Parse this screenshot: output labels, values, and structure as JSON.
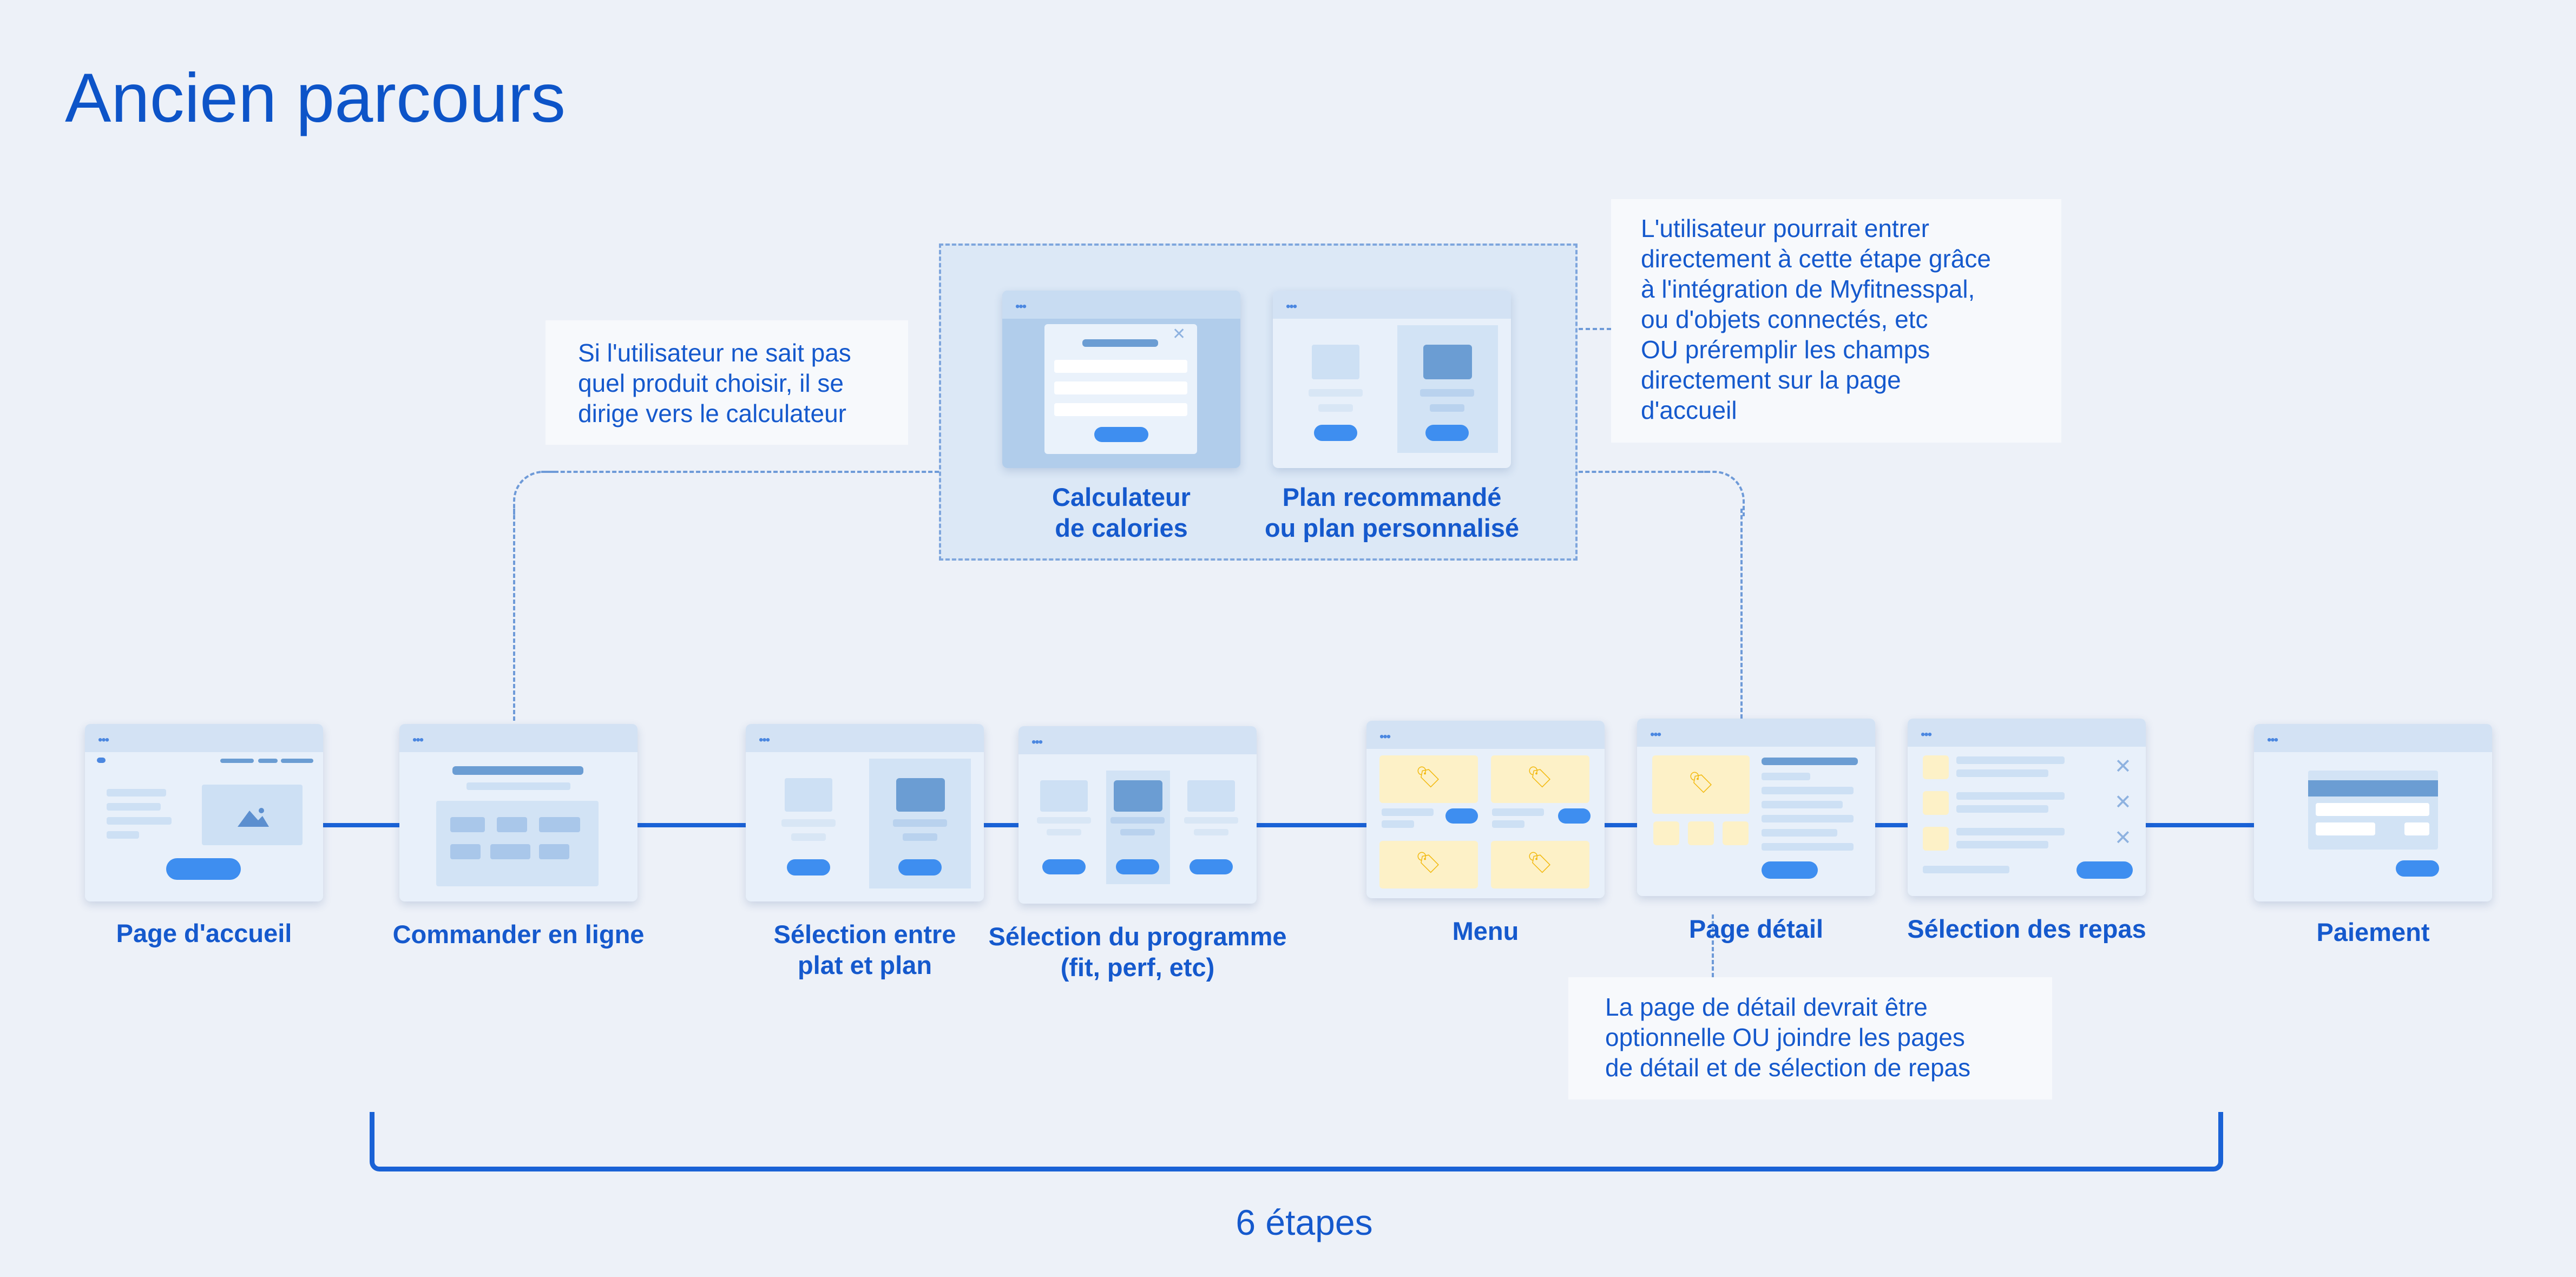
{
  "title": "Ancien parcours",
  "steps": [
    {
      "label": "Page d'accueil"
    },
    {
      "label": "Commander en ligne"
    },
    {
      "label": "Sélection entre\nplat et plan"
    },
    {
      "label": "Sélection du programme\n(fit, perf, etc)"
    },
    {
      "label": "Menu"
    },
    {
      "label": "Page détail"
    },
    {
      "label": "Sélection des repas"
    },
    {
      "label": "Paiement"
    }
  ],
  "optional_steps": [
    {
      "label": "Calculateur\nde calories"
    },
    {
      "label": "Plan recommandé\nou plan personnalisé"
    }
  ],
  "notes": {
    "calculator": "Si l'utilisateur ne sait pas\nquel produit choisir, il se\ndirige vers le calculateur",
    "integration": "L'utilisateur pourrait entrer\ndirectement à cette étape grâce\nà l'intégration de Myfitnesspal,\nou d'objets connectés, etc\nOU préremplir les champs\ndirectement sur la page\nd'accueil",
    "detail": "La page de détail devrait être\noptionnelle OU joindre les pages\nde détail et de sélection de repas"
  },
  "bracket_label": "6 étapes",
  "icons": {
    "window_dots": "•••",
    "close": "✕",
    "tag": "🏷"
  },
  "colors": {
    "background": "#edf1f8",
    "primary": "#1559cd",
    "accent": "#3e8ef0",
    "highlight": "#fdf1c7"
  }
}
